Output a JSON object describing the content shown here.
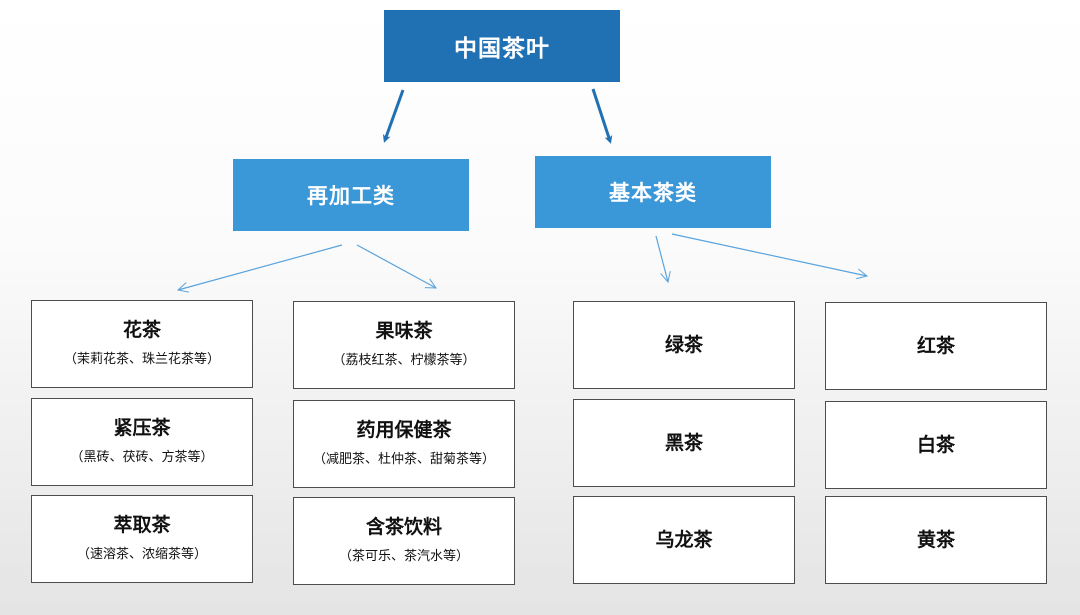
{
  "root": {
    "label": "中国茶叶"
  },
  "categories": [
    {
      "label": "再加工类"
    },
    {
      "label": "基本茶类"
    }
  ],
  "leaves": [
    {
      "name": "花茶",
      "sub": "（茉莉花茶、珠兰花茶等）"
    },
    {
      "name": "紧压茶",
      "sub": "（黑砖、茯砖、方茶等）"
    },
    {
      "name": "萃取茶",
      "sub": "（速溶茶、浓缩茶等）"
    },
    {
      "name": "果味茶",
      "sub": "（荔枝红茶、柠檬茶等）"
    },
    {
      "name": "药用保健茶",
      "sub": "（减肥茶、杜仲茶、甜菊茶等）"
    },
    {
      "name": "含茶饮料",
      "sub": "（茶可乐、茶汽水等）"
    },
    {
      "name": "绿茶"
    },
    {
      "name": "黑茶"
    },
    {
      "name": "乌龙茶"
    },
    {
      "name": "红茶"
    },
    {
      "name": "白茶"
    },
    {
      "name": "黄茶"
    }
  ],
  "colors": {
    "root_fill": "#2070b4",
    "category_fill": "#3a97d8",
    "leaf_border": "#4d4d4d",
    "arrow_dark": "#2070b4",
    "arrow_light": "#5aa3dc"
  }
}
